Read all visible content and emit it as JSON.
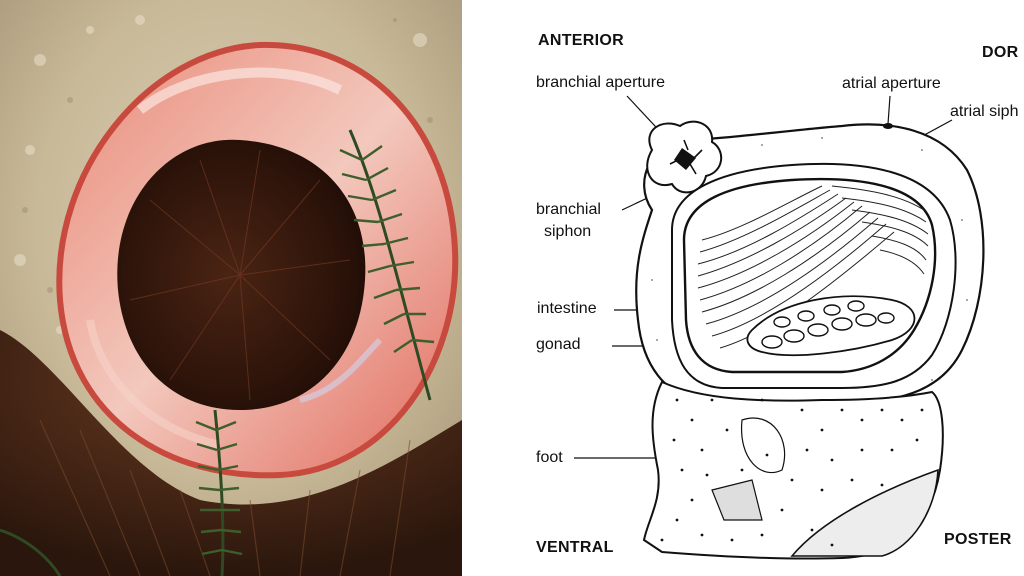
{
  "photo": {
    "subject": "sea-squirt-siphon-photo"
  },
  "diagram": {
    "directions": {
      "anterior": "ANTERIOR",
      "dorsal": "DOR",
      "ventral": "VENTRAL",
      "posterior": "POSTER"
    },
    "labels": {
      "branchial_aperture": "branchial aperture",
      "atrial_aperture": "atrial aperture",
      "atrial_siphon": "atrial siph",
      "branchial_siphon_line1": "branchial",
      "branchial_siphon_line2": "siphon",
      "intestine": "intestine",
      "gonad": "gonad",
      "foot": "foot"
    }
  }
}
